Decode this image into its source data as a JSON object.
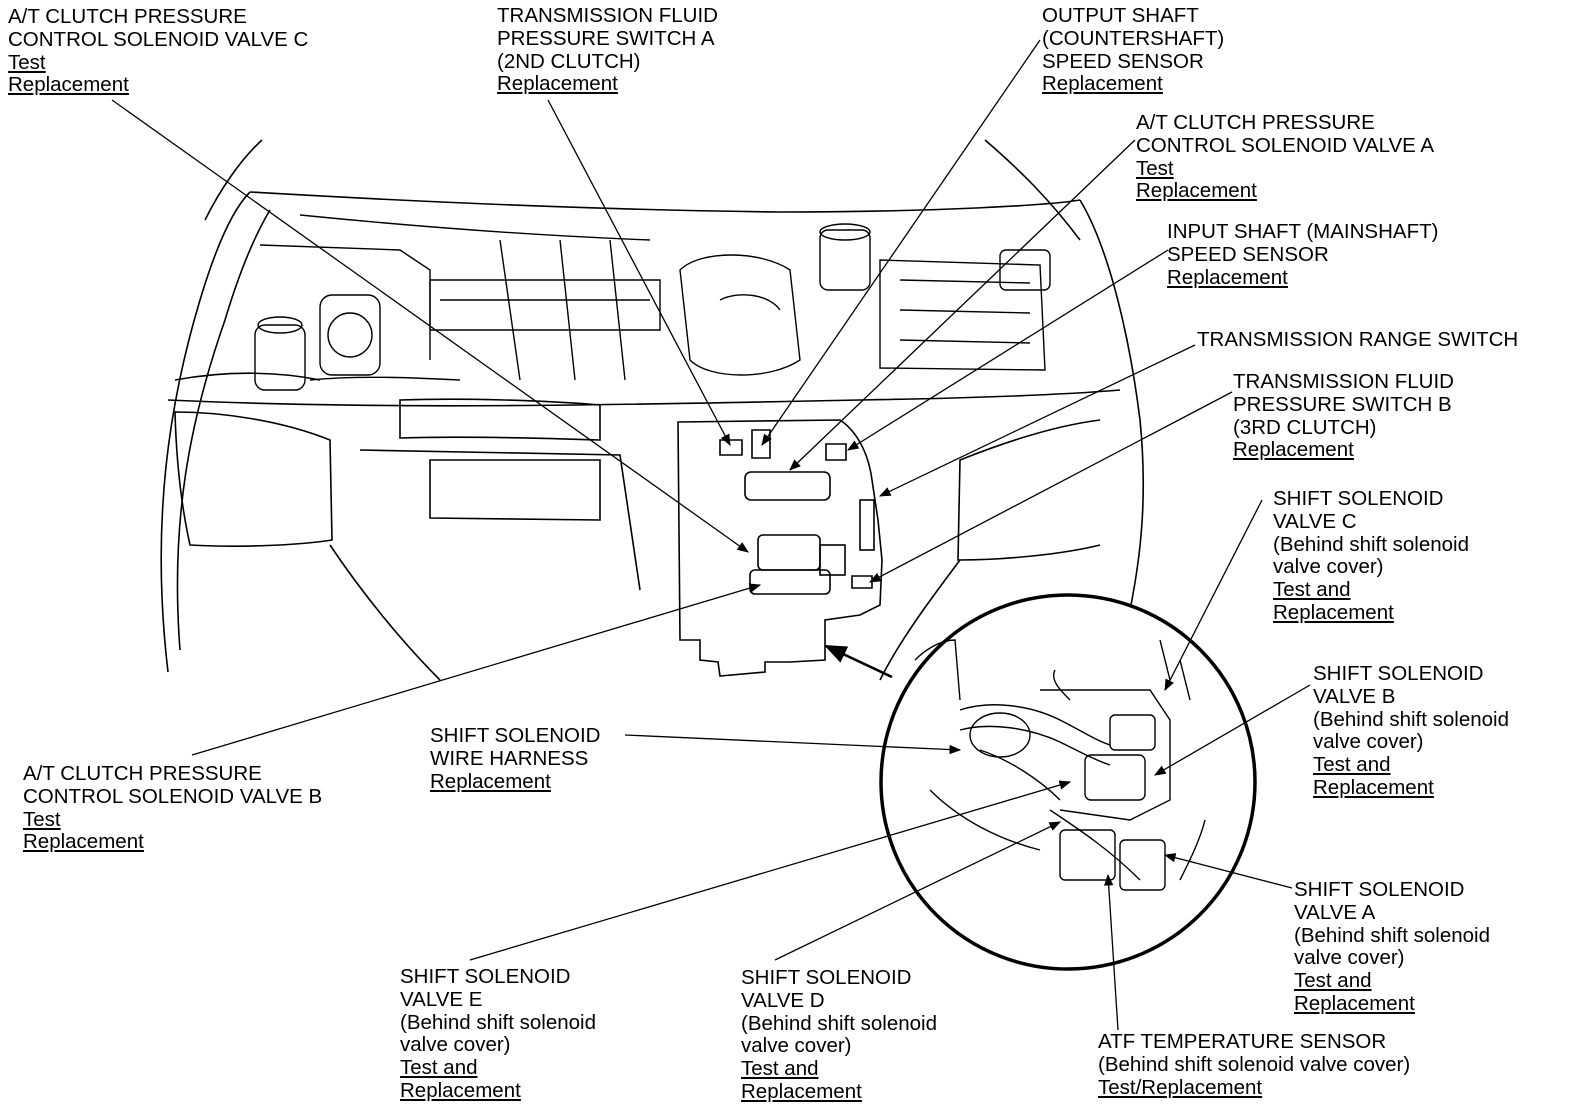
{
  "callouts": {
    "at_cpsv_c": {
      "lines": [
        "A/T CLUTCH PRESSURE",
        "CONTROL SOLENOID VALVE C"
      ],
      "links": [
        "Test",
        "Replacement"
      ]
    },
    "tfps_a": {
      "lines": [
        "TRANSMISSION FLUID",
        "PRESSURE SWITCH A",
        "(2ND CLUTCH)"
      ],
      "links": [
        "Replacement"
      ]
    },
    "output_shaft": {
      "lines": [
        "OUTPUT SHAFT",
        "(COUNTERSHAFT)",
        "SPEED SENSOR"
      ],
      "links": [
        "Replacement"
      ]
    },
    "at_cpsv_a": {
      "lines": [
        "A/T CLUTCH PRESSURE",
        "CONTROL SOLENOID VALVE A"
      ],
      "links": [
        "Test",
        "Replacement"
      ]
    },
    "input_shaft": {
      "lines": [
        "INPUT SHAFT (MAINSHAFT)",
        "SPEED SENSOR"
      ],
      "links": [
        "Replacement"
      ]
    },
    "trs": {
      "lines": [
        "TRANSMISSION RANGE SWITCH"
      ],
      "links": []
    },
    "tfps_b": {
      "lines": [
        "TRANSMISSION FLUID",
        "PRESSURE SWITCH B",
        "(3RD CLUTCH)"
      ],
      "links": [
        "Replacement"
      ]
    },
    "ssv_c": {
      "lines": [
        "SHIFT SOLENOID",
        "VALVE C",
        "(Behind shift solenoid",
        "valve cover)"
      ],
      "links": [
        "Test and",
        "Replacement"
      ]
    },
    "ssv_b": {
      "lines": [
        "SHIFT SOLENOID",
        "VALVE B",
        "(Behind shift solenoid",
        "valve cover)"
      ],
      "links": [
        "Test and",
        "Replacement"
      ]
    },
    "ss_harness": {
      "lines": [
        "SHIFT SOLENOID",
        "WIRE HARNESS"
      ],
      "links": [
        "Replacement"
      ]
    },
    "at_cpsv_b": {
      "lines": [
        "A/T CLUTCH PRESSURE",
        "CONTROL SOLENOID VALVE B"
      ],
      "links": [
        "Test",
        "Replacement"
      ]
    },
    "ssv_a": {
      "lines": [
        "SHIFT SOLENOID",
        "VALVE A",
        "(Behind shift solenoid",
        "valve cover)"
      ],
      "links": [
        "Test and",
        "Replacement"
      ]
    },
    "ssv_e": {
      "lines": [
        "SHIFT SOLENOID",
        "VALVE E",
        "(Behind shift solenoid",
        "valve cover)"
      ],
      "links": [
        "Test and",
        "Replacement"
      ]
    },
    "ssv_d": {
      "lines": [
        "SHIFT SOLENOID",
        "VALVE D",
        "(Behind shift solenoid",
        "valve cover)"
      ],
      "links": [
        "Test and",
        "Replacement"
      ]
    },
    "atf_temp": {
      "lines": [
        "ATF TEMPERATURE SENSOR",
        "(Behind shift solenoid valve cover)"
      ],
      "links": [
        "Test/Replacement"
      ]
    }
  }
}
